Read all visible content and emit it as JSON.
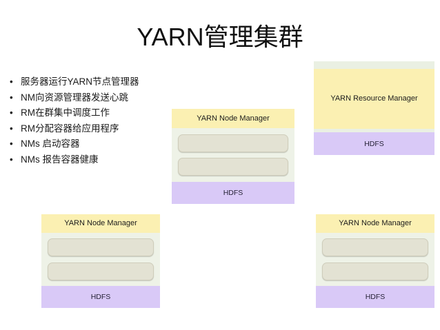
{
  "slide": {
    "title": "YARN管理集群",
    "bullet_glyph": "•",
    "bullets": [
      "服务器运行YARN节点管理器",
      "NM向资源管理器发送心跳",
      "RM在群集中调度工作",
      "RM分配容器给应用程序",
      "NMs 启动容器",
      "NMs 报告容器健康"
    ]
  },
  "diagram": {
    "resource_manager": {
      "title": "YARN Resource Manager",
      "storage_label": "HDFS"
    },
    "node_managers": [
      {
        "id": "node-manager-top",
        "title": "YARN Node Manager",
        "storage_label": "HDFS",
        "containers": [
          "",
          ""
        ]
      },
      {
        "id": "node-manager-bottom-left",
        "title": "YARN Node Manager",
        "storage_label": "HDFS",
        "containers": [
          "",
          ""
        ]
      },
      {
        "id": "node-manager-bottom-right",
        "title": "YARN Node Manager",
        "storage_label": "HDFS",
        "containers": [
          "",
          ""
        ]
      }
    ]
  },
  "colors": {
    "background": "#ffffff",
    "yarn_header_yellow": "#fbf0b2",
    "node_body_green": "#eef2e7",
    "hdfs_purple": "#d9c9f7",
    "container_beige": "#e3e2d3",
    "container_border": "#cfcdbb",
    "title_text": "#111111"
  }
}
